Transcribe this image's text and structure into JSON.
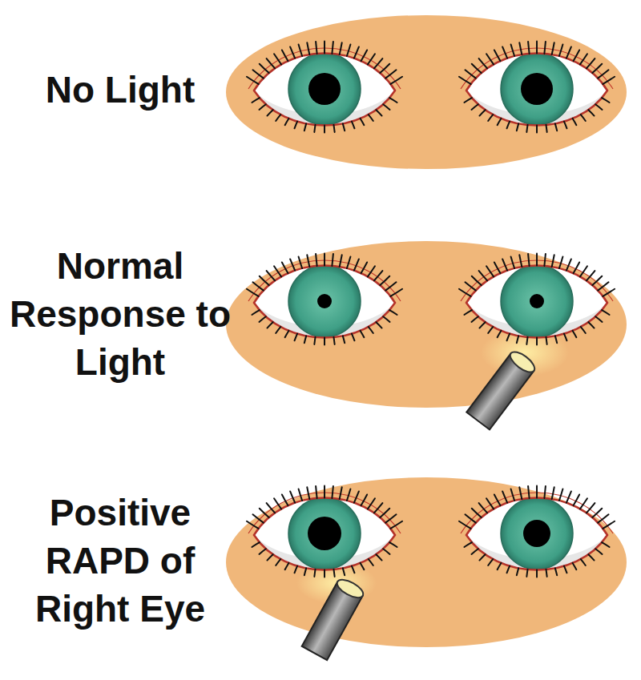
{
  "diagram": {
    "labels": [
      "No Light",
      "Normal Response to Light",
      "Positive RAPD of Right Eye"
    ]
  }
}
